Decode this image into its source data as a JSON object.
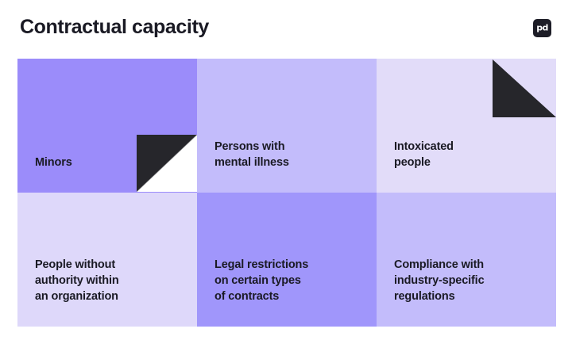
{
  "header": {
    "title": "Contractual capacity",
    "logo": {
      "name": "pandadoc-logo",
      "text": "pd",
      "background_color": "#1d1d27",
      "text_color": "#ffffff"
    }
  },
  "colors": {
    "page_background": "#ffffff",
    "text": "#1a1a24",
    "artifact_black": "#26262b",
    "artifact_white": "#ffffff",
    "cell_purple_strong": "#9b8cfa",
    "cell_purple_medium_strong": "#a096fb",
    "cell_purple_medium": "#c3bcfb",
    "cell_purple_light": "#e2dcf9",
    "cell_purple_pale": "#ded8fa"
  },
  "matrix": {
    "columns": 3,
    "rows": 2,
    "cells": [
      {
        "id": "minors",
        "label": "Minors",
        "background_color": "#9b8cfa",
        "row": 1,
        "column": 1,
        "artifact": "split-square"
      },
      {
        "id": "persons-with-mental-illness",
        "label": "Persons with\nmental illness",
        "background_color": "#c3bcfb",
        "row": 1,
        "column": 2,
        "artifact": null
      },
      {
        "id": "intoxicated-people",
        "label": "Intoxicated\npeople",
        "background_color": "#e2dcf9",
        "row": 1,
        "column": 3,
        "artifact": "corner-triangle"
      },
      {
        "id": "people-without-authority",
        "label": "People without\nauthority within\nan organization",
        "background_color": "#ded8fa",
        "row": 2,
        "column": 1,
        "artifact": null
      },
      {
        "id": "legal-restrictions",
        "label": "Legal restrictions\non certain types\nof contracts",
        "background_color": "#a096fb",
        "row": 2,
        "column": 2,
        "artifact": null
      },
      {
        "id": "compliance-regulations",
        "label": "Compliance with\nindustry-specific\nregulations",
        "background_color": "#c3bcfb",
        "row": 2,
        "column": 3,
        "artifact": null
      }
    ]
  }
}
